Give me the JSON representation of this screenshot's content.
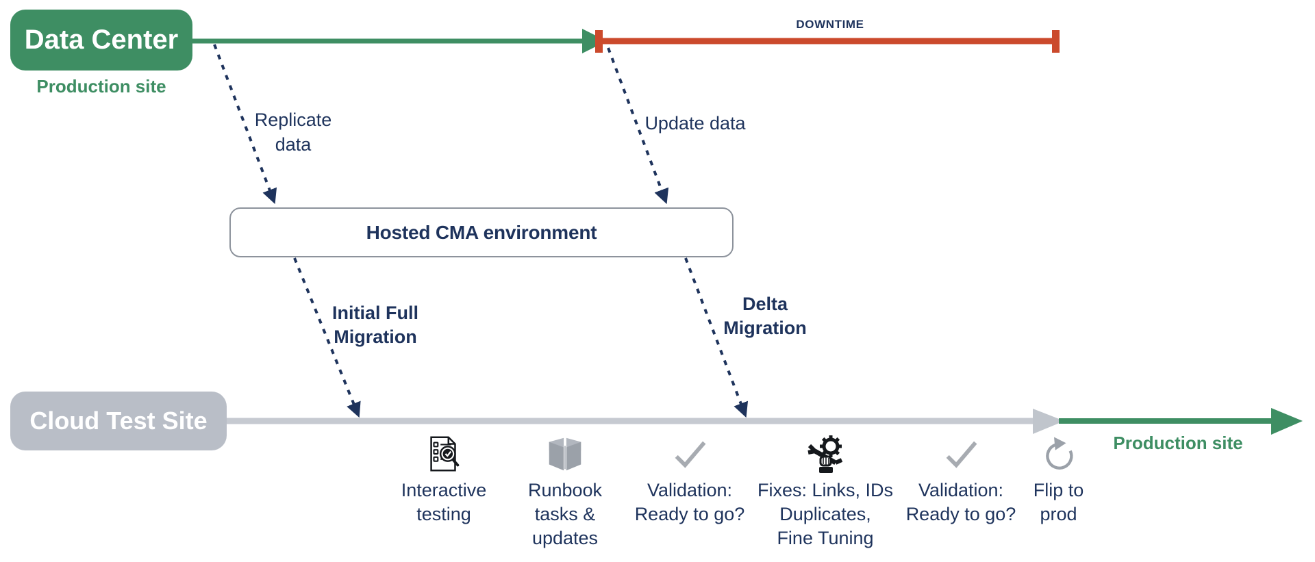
{
  "colors": {
    "green": "#3e8e63",
    "red": "#cb4a2c",
    "navy": "#1e335c",
    "gray_box": "#b9bec7",
    "gray_line": "#c6cad1",
    "icon_gray": "#9ba1a9",
    "icon_dark": "#15181c",
    "cma_border": "#8d939c"
  },
  "data_center": {
    "label": "Data Center",
    "sublabel": "Production site"
  },
  "downtime": {
    "label": "DOWNTIME"
  },
  "cma_box": {
    "label": "Hosted CMA environment"
  },
  "flows": {
    "replicate": {
      "lines": [
        "Replicate",
        "data"
      ]
    },
    "update": {
      "lines": [
        "Update data"
      ]
    },
    "initial": {
      "lines": [
        "Initial Full",
        "Migration"
      ]
    },
    "delta": {
      "lines": [
        "Delta",
        "Migration"
      ]
    }
  },
  "cloud_site": {
    "label": "Cloud Test Site",
    "production_label": "Production site"
  },
  "steps": [
    {
      "icon": "interactive-testing-icon",
      "lines": [
        "Interactive",
        "testing"
      ]
    },
    {
      "icon": "runbook-icon",
      "lines": [
        "Runbook",
        "tasks &",
        "updates"
      ]
    },
    {
      "icon": "validation-check-icon",
      "lines": [
        "Validation:",
        "Ready to go?"
      ]
    },
    {
      "icon": "fixes-icon",
      "lines": [
        "Fixes: Links, IDs",
        "Duplicates,",
        "Fine Tuning"
      ]
    },
    {
      "icon": "validation-check-icon",
      "lines": [
        "Validation:",
        "Ready to go?"
      ]
    },
    {
      "icon": "flip-to-prod-icon",
      "lines": [
        "Flip to",
        "prod"
      ]
    }
  ]
}
